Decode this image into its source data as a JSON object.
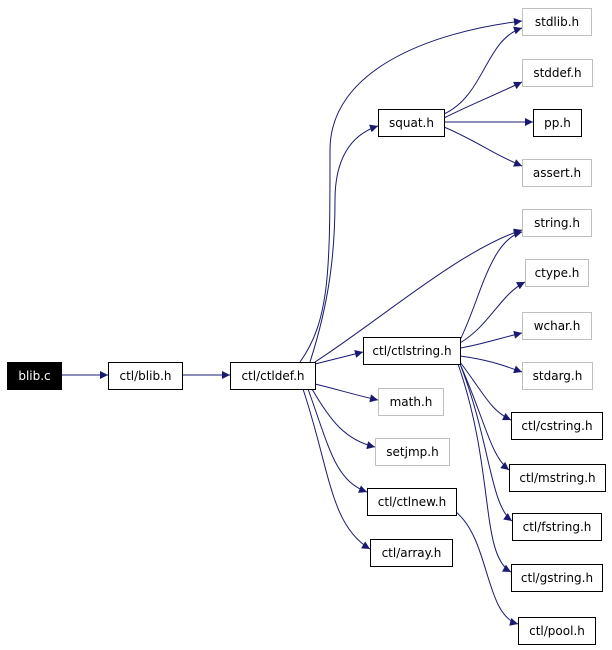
{
  "graph": {
    "edge_color": "#191970",
    "root_fill": "#000000",
    "root_text_color": "#ffffff",
    "local_border": "#000000",
    "system_border": "#bfbfbf",
    "nodes": [
      {
        "id": "blib_c",
        "label": "blib.c",
        "kind": "root"
      },
      {
        "id": "ctl_blib_h",
        "label": "ctl/blib.h",
        "kind": "local"
      },
      {
        "id": "ctl_ctldef_h",
        "label": "ctl/ctldef.h",
        "kind": "local"
      },
      {
        "id": "squat_h",
        "label": "squat.h",
        "kind": "local"
      },
      {
        "id": "stdlib_h",
        "label": "stdlib.h",
        "kind": "system"
      },
      {
        "id": "stddef_h",
        "label": "stddef.h",
        "kind": "system"
      },
      {
        "id": "pp_h",
        "label": "pp.h",
        "kind": "local"
      },
      {
        "id": "assert_h",
        "label": "assert.h",
        "kind": "system"
      },
      {
        "id": "string_h",
        "label": "string.h",
        "kind": "system"
      },
      {
        "id": "ctype_h",
        "label": "ctype.h",
        "kind": "system"
      },
      {
        "id": "wchar_h",
        "label": "wchar.h",
        "kind": "system"
      },
      {
        "id": "stdarg_h",
        "label": "stdarg.h",
        "kind": "system"
      },
      {
        "id": "ctl_ctlstring_h",
        "label": "ctl/ctlstring.h",
        "kind": "local"
      },
      {
        "id": "math_h",
        "label": "math.h",
        "kind": "system"
      },
      {
        "id": "setjmp_h",
        "label": "setjmp.h",
        "kind": "system"
      },
      {
        "id": "ctl_ctlnew_h",
        "label": "ctl/ctlnew.h",
        "kind": "local"
      },
      {
        "id": "ctl_array_h",
        "label": "ctl/array.h",
        "kind": "local"
      },
      {
        "id": "ctl_cstring_h",
        "label": "ctl/cstring.h",
        "kind": "local"
      },
      {
        "id": "ctl_mstring_h",
        "label": "ctl/mstring.h",
        "kind": "local"
      },
      {
        "id": "ctl_fstring_h",
        "label": "ctl/fstring.h",
        "kind": "local"
      },
      {
        "id": "ctl_gstring_h",
        "label": "ctl/gstring.h",
        "kind": "local"
      },
      {
        "id": "ctl_pool_h",
        "label": "ctl/pool.h",
        "kind": "local"
      }
    ],
    "edges": [
      {
        "from": "blib_c",
        "to": "ctl_blib_h"
      },
      {
        "from": "ctl_blib_h",
        "to": "ctl_ctldef_h"
      },
      {
        "from": "ctl_ctldef_h",
        "to": "stdlib_h"
      },
      {
        "from": "ctl_ctldef_h",
        "to": "squat_h"
      },
      {
        "from": "ctl_ctldef_h",
        "to": "string_h"
      },
      {
        "from": "ctl_ctldef_h",
        "to": "ctl_ctlstring_h"
      },
      {
        "from": "ctl_ctldef_h",
        "to": "math_h"
      },
      {
        "from": "ctl_ctldef_h",
        "to": "setjmp_h"
      },
      {
        "from": "ctl_ctldef_h",
        "to": "ctl_ctlnew_h"
      },
      {
        "from": "ctl_ctldef_h",
        "to": "ctl_array_h"
      },
      {
        "from": "squat_h",
        "to": "stdlib_h"
      },
      {
        "from": "squat_h",
        "to": "stddef_h"
      },
      {
        "from": "squat_h",
        "to": "pp_h"
      },
      {
        "from": "squat_h",
        "to": "assert_h"
      },
      {
        "from": "ctl_ctlstring_h",
        "to": "string_h"
      },
      {
        "from": "ctl_ctlstring_h",
        "to": "ctype_h"
      },
      {
        "from": "ctl_ctlstring_h",
        "to": "wchar_h"
      },
      {
        "from": "ctl_ctlstring_h",
        "to": "stdarg_h"
      },
      {
        "from": "ctl_ctlstring_h",
        "to": "ctl_cstring_h"
      },
      {
        "from": "ctl_ctlstring_h",
        "to": "ctl_mstring_h"
      },
      {
        "from": "ctl_ctlstring_h",
        "to": "ctl_fstring_h"
      },
      {
        "from": "ctl_ctlstring_h",
        "to": "ctl_gstring_h"
      },
      {
        "from": "ctl_ctlnew_h",
        "to": "ctl_pool_h"
      }
    ]
  }
}
